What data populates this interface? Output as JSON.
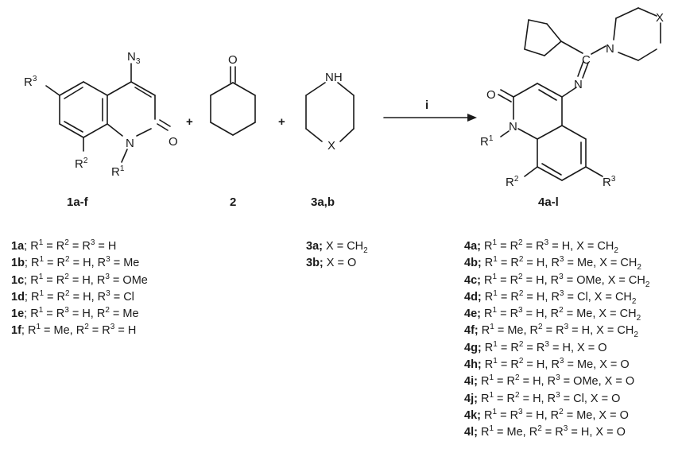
{
  "reagents": {
    "plus": "+",
    "conditions": "i"
  },
  "labels": {
    "azide": "1a-f",
    "ketone": "2",
    "amine": "3a,b",
    "product": "4a-l"
  },
  "atoms": {
    "N3": "N",
    "N3_sub": "3",
    "N": "N",
    "O": "O",
    "H": "H",
    "X": "X",
    "C": "C",
    "R": "R",
    "s1": "1",
    "s2": "2",
    "s3": "3"
  },
  "list1": [
    {
      "id": "1a",
      "sep": ";",
      "text": [
        "R",
        "1",
        " = R",
        "2",
        " = R",
        "3",
        " = H"
      ]
    },
    {
      "id": "1b",
      "sep": ";",
      "text": [
        "R",
        "1",
        " = R",
        "2",
        " = H, R",
        "3",
        " = Me"
      ]
    },
    {
      "id": "1c",
      "sep": ";",
      "text": [
        "R",
        "1",
        " = R",
        "2",
        " = H, R",
        "3",
        " = OMe"
      ]
    },
    {
      "id": "1d",
      "sep": ";",
      "text": [
        "R",
        "1",
        " = R",
        "2",
        " = H, R",
        "3",
        " = Cl"
      ]
    },
    {
      "id": "1e",
      "sep": ";",
      "text": [
        "R",
        "1",
        " = R",
        "3",
        " = H, R",
        "2",
        " = Me"
      ]
    },
    {
      "id": "1f",
      "sep": ";",
      "text": [
        "R",
        "1",
        " = Me, R",
        "2",
        " = R",
        "3",
        " = H"
      ]
    }
  ],
  "list3": [
    {
      "id": "3a;",
      "pre": " X = CH",
      "sub": "2"
    },
    {
      "id": "3b;",
      "pre": " X = O",
      "sub": ""
    }
  ],
  "list4": [
    {
      "id": "4a;",
      "text": [
        "R",
        "1",
        " = R",
        "2",
        " = R",
        "3",
        " = H, X = CH",
        "2",
        ""
      ]
    },
    {
      "id": "4b;",
      "text": [
        "R",
        "1",
        " = R",
        "2",
        " = H, R",
        "3",
        " = Me, X = CH",
        "2",
        ""
      ]
    },
    {
      "id": "4c;",
      "text": [
        "R",
        "1",
        " = R",
        "2",
        " = H, R",
        "3",
        " = OMe, X = CH",
        "2",
        ""
      ]
    },
    {
      "id": "4d;",
      "text": [
        "R",
        "1",
        " = R",
        "2",
        " = H, R",
        "3",
        " = Cl, X = CH",
        "2",
        ""
      ]
    },
    {
      "id": "4e;",
      "text": [
        "R",
        "1",
        " = R",
        "3",
        " = H, R",
        "2",
        " = Me, X = CH",
        "2",
        ""
      ]
    },
    {
      "id": "4f;",
      "text": [
        "R",
        "1",
        " = Me, R",
        "2",
        " = R",
        "3",
        " = H, X = CH",
        "2",
        ""
      ]
    },
    {
      "id": "4g;",
      "text": [
        "R",
        "1",
        " = R",
        "2",
        " = R",
        "3",
        " = H, X = O",
        "",
        ""
      ]
    },
    {
      "id": "4h;",
      "text": [
        "R",
        "1",
        " = R",
        "2",
        " = H, R",
        "3",
        " = Me, X = O",
        "",
        ""
      ]
    },
    {
      "id": "4i;",
      "text": [
        "R",
        "1",
        " = R",
        "2",
        " = H, R",
        "3",
        " = OMe, X = O",
        "",
        ""
      ]
    },
    {
      "id": "4j;",
      "text": [
        "R",
        "1",
        " = R",
        "2",
        " = H, R",
        "3",
        " = Cl, X = O",
        "",
        ""
      ]
    },
    {
      "id": "4k;",
      "text": [
        "R",
        "1",
        " = R",
        "3",
        " = H, R",
        "2",
        " = Me, X = O",
        "",
        ""
      ]
    },
    {
      "id": "4l;",
      "text": [
        "R",
        "1",
        " = Me, R",
        "2",
        " = R",
        "3",
        " = H, X = O",
        "",
        ""
      ]
    }
  ]
}
